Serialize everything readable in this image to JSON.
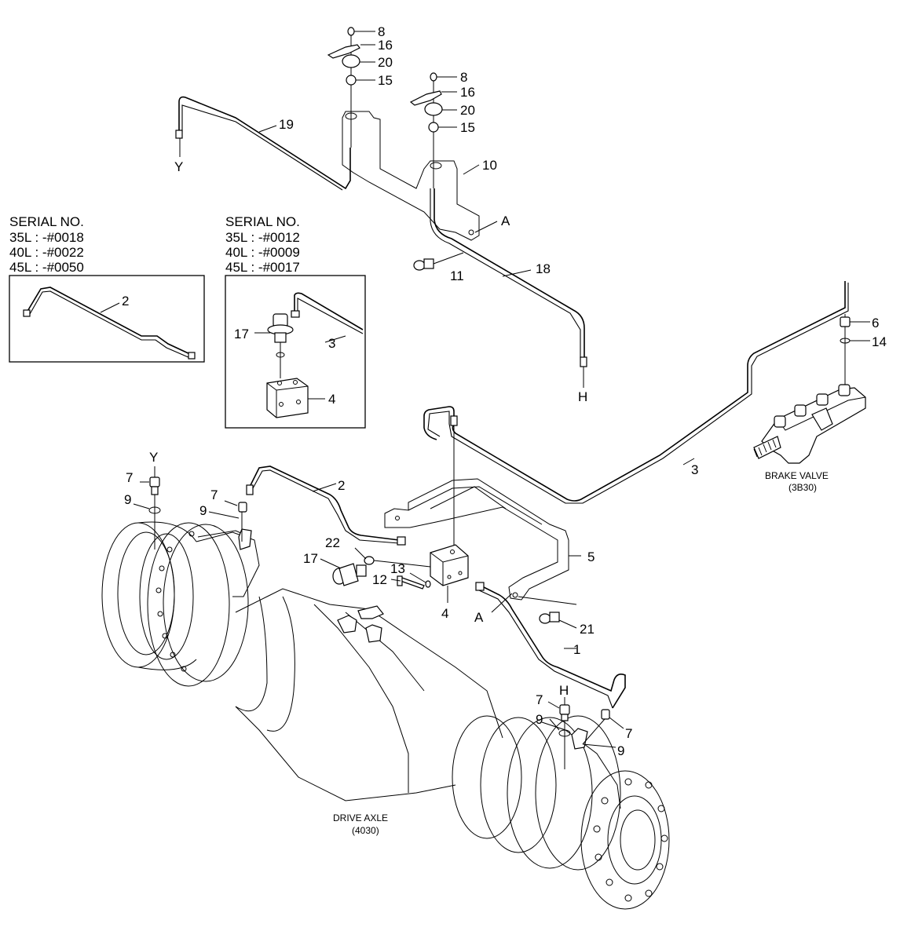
{
  "inset_left": {
    "heading": "SERIAL NO.",
    "lines": [
      "35L : -#0018",
      "40L : -#0022",
      "45L : -#0050"
    ],
    "part_label": "2"
  },
  "inset_right": {
    "heading": "SERIAL NO.",
    "lines": [
      "35L : -#0012",
      "40L : -#0009",
      "45L : -#0017"
    ],
    "labels": {
      "p17": "17",
      "p3": "3",
      "p4": "4"
    }
  },
  "captions": {
    "brake_valve": "BRAKE VALVE",
    "brake_valve_code": "(3B30)",
    "drive_axle": "DRIVE AXLE",
    "drive_axle_code": "(4030)"
  },
  "labels": {
    "top_left_stack": [
      "8",
      "16",
      "20",
      "15"
    ],
    "top_right_stack": [
      "8",
      "16",
      "20",
      "15"
    ],
    "p19": "19",
    "y_top": "Y",
    "p10": "10",
    "a_top": "A",
    "p11": "11",
    "p18": "18",
    "h_top": "H",
    "p6": "6",
    "p14": "14",
    "p3_main": "3",
    "y_left": "Y",
    "p7_a": "7",
    "p9_a": "9",
    "p7_b": "7",
    "p9_b": "9",
    "p2_main": "2",
    "p22": "22",
    "p17_main": "17",
    "p13": "13",
    "p12": "12",
    "p4_main": "4",
    "a_mid": "A",
    "p5": "5",
    "p21": "21",
    "p1": "1",
    "p7_c": "7",
    "h_bottom": "H",
    "p9_c": "9",
    "p7_d": "7",
    "p9_d": "9"
  }
}
